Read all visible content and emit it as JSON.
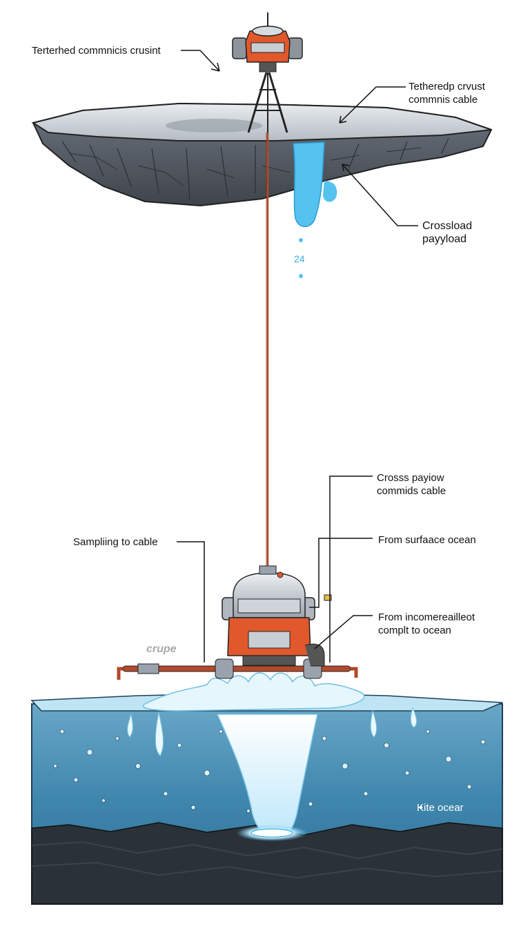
{
  "labels": {
    "top_left": "Terterhed commnicis crusint",
    "top_right_line1": "Tetheredp crvust",
    "top_right_line2": "commnis cable",
    "mid_right_line1": "Crossload",
    "mid_right_line2": "payyload",
    "drip_number": "24",
    "lower_right1_line1": "Crosss payiow",
    "lower_right1_line2": "commids cable",
    "sampling": "Sampliing to cable",
    "from_surface": "From surfaace ocean",
    "from_inc_line1": "From incomereailleot",
    "from_inc_line2": "complt to ocean",
    "crype": "crupe",
    "ocean": "Kite ocear"
  },
  "colors": {
    "ocean": "#3f86ad",
    "ice": "#c9cdd3",
    "robot_orange": "#e0582c",
    "cable": "#b24a2a",
    "water": "#8fd6f2"
  }
}
